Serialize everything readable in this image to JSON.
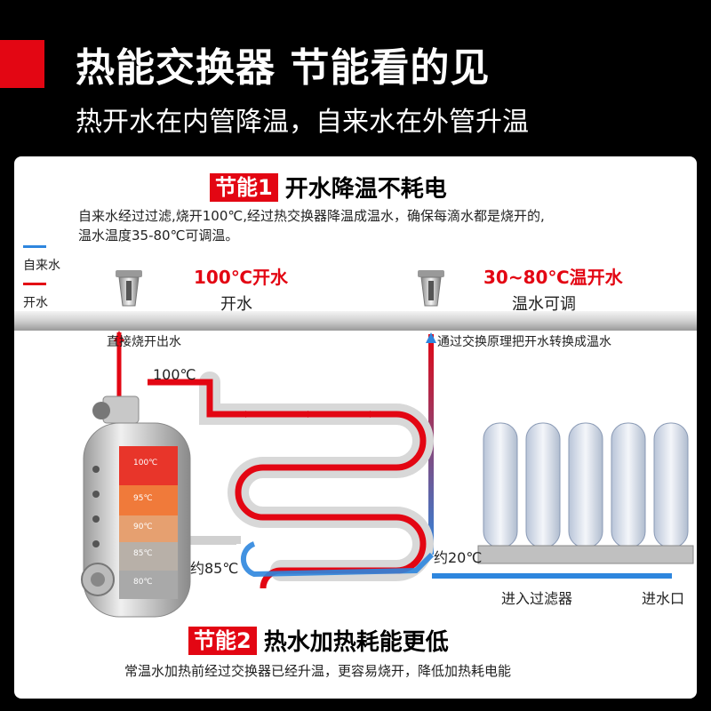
{
  "header": {
    "title": "热能交换器 节能看的见",
    "subtitle": "热开水在内管降温，自来水在外管升温"
  },
  "section1": {
    "tag": "节能1",
    "title": "开水降温不耗电",
    "desc_line1": "自来水经过过滤,烧开100℃,经过热交换器降温成温水，确保每滴水都是烧开的,",
    "desc_line2": "温水温度35-80℃可调温。"
  },
  "legend": {
    "cold": "自来水",
    "hot": "开水",
    "cold_color": "#2e86de",
    "hot_color": "#e30613"
  },
  "taps": {
    "left_temp": "100℃开水",
    "left_label": "开水",
    "right_temp": "30~80℃温开水",
    "right_label": "温水可调"
  },
  "diagram": {
    "boil_note": "直接烧开出水",
    "exchange_note": "通过交换原理把开水转换成温水",
    "temp_100": "100℃",
    "temp_85": "约85℃",
    "temp_20": "约20℃",
    "filter_in": "进入过滤器",
    "water_in": "进水口",
    "tank_levels": [
      "100℃",
      "95℃",
      "90℃",
      "85℃",
      "80℃"
    ]
  },
  "section2": {
    "tag": "节能2",
    "title": "热水加热耗能更低",
    "desc": "常温水加热前经过交换器已经升温，更容易烧开，降低加热耗电能"
  }
}
